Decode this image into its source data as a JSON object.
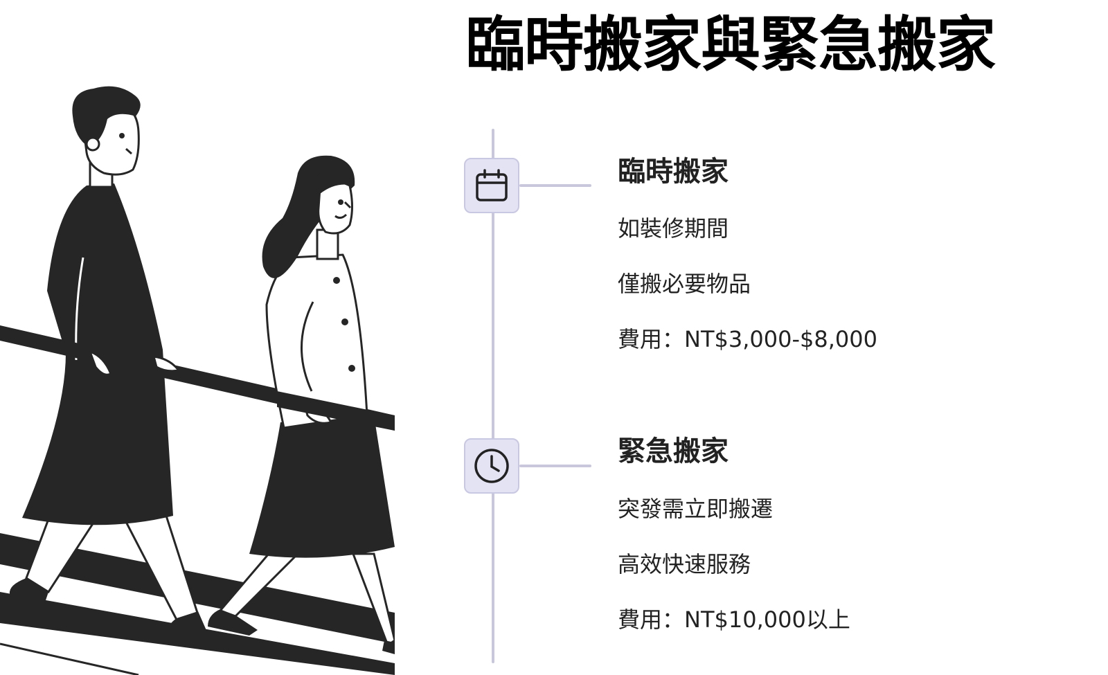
{
  "title": "臨時搬家與緊急搬家",
  "sections": [
    {
      "icon": "calendar-icon",
      "title": "臨時搬家",
      "lines": [
        "如裝修期間",
        "僅搬必要物品",
        "費用：NT$3,000-$8,000"
      ]
    },
    {
      "icon": "clock-icon",
      "title": "緊急搬家",
      "lines": [
        "突發需立即搬遷",
        "高效快速服務",
        "費用：NT$10,000以上"
      ]
    }
  ],
  "colors": {
    "accent_fill": "#e4e3f4",
    "accent_line": "#c8c7dc",
    "ink": "#222222",
    "figure": "#262626"
  }
}
